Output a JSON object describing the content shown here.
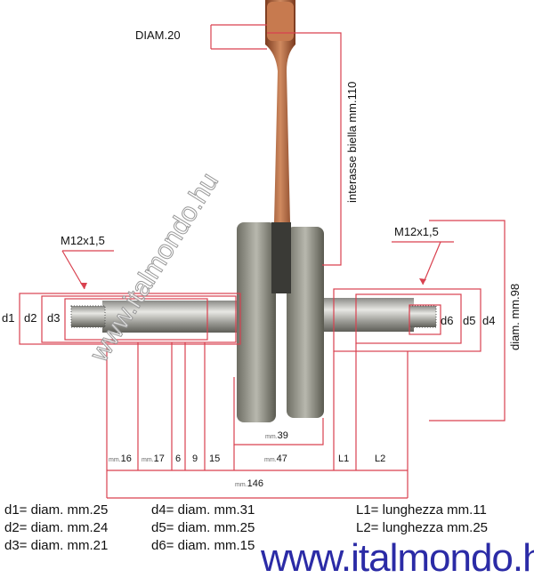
{
  "labels": {
    "diam_rod": "DIAM.20",
    "interasse": "interasse biella mm.110",
    "thread_left": "M12x1,5",
    "thread_right": "M12x1,5",
    "diam_98": "diam. mm.98",
    "d1": "d1",
    "d2": "d2",
    "d3": "d3",
    "d4": "d4",
    "d5": "d5",
    "d6": "d6",
    "web_width": {
      "unit": "mm.",
      "value": "39"
    }
  },
  "lengths": [
    {
      "unit": "mm.",
      "value": "16"
    },
    {
      "unit": "mm.",
      "value": "17"
    },
    {
      "unit": "",
      "value": "6"
    },
    {
      "unit": "",
      "value": "9"
    },
    {
      "unit": "",
      "value": "15"
    },
    {
      "unit": "mm.",
      "value": "47"
    },
    {
      "unit": "",
      "value": "L1"
    },
    {
      "unit": "",
      "value": "L2"
    }
  ],
  "total_length": {
    "unit": "mm.",
    "value": "146"
  },
  "legend": [
    "d1= diam. mm.25",
    "d2= diam. mm.24",
    "d3= diam. mm.21",
    "d4= diam. mm.31",
    "d5= diam. mm.25",
    "d6= diam. mm.15",
    "L1= lunghezza mm.11",
    "L2= lunghezza mm.25"
  ],
  "watermark": "www.italmondo.hu",
  "colors": {
    "dimension_line": "#d9414f",
    "watermark": "#2b2ba6",
    "rod": "#b8643c"
  }
}
